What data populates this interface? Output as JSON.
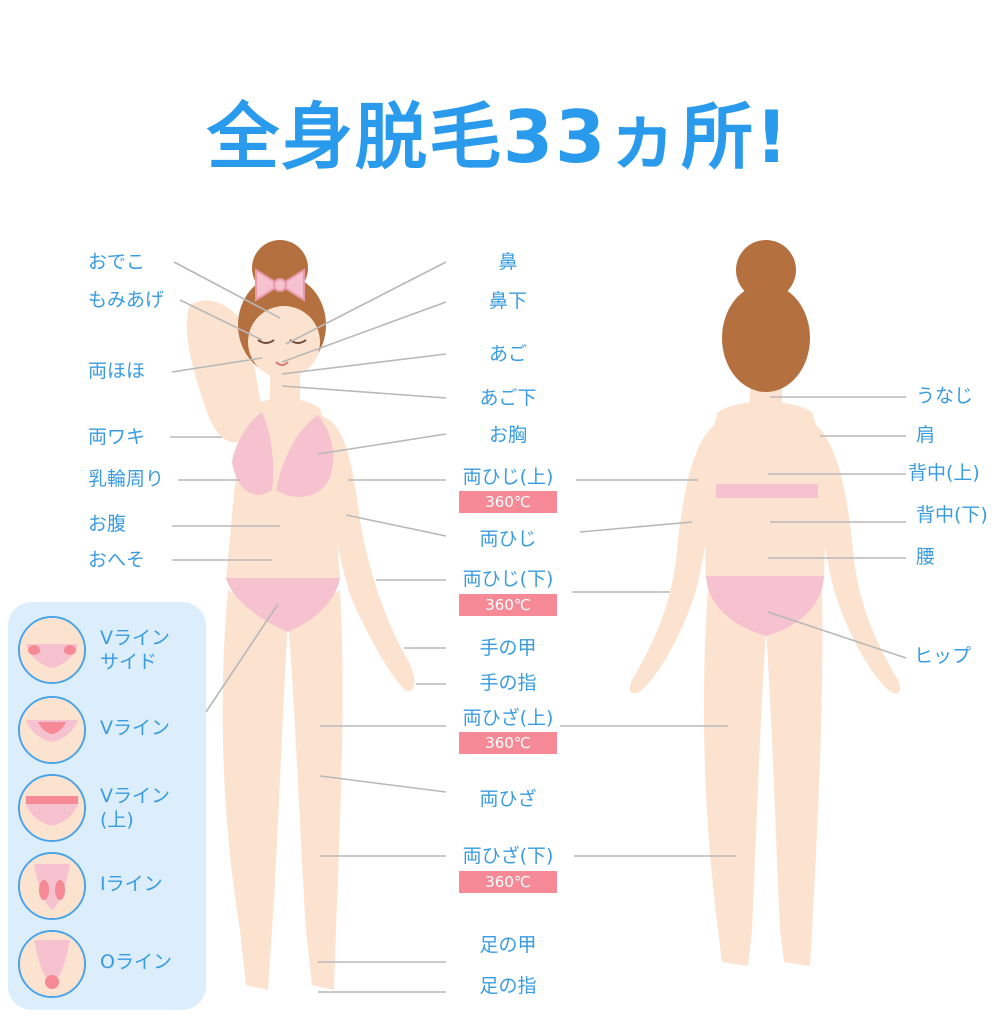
{
  "title": "全身脱毛33ヵ所!",
  "colors": {
    "title": "#2a9bec",
    "label": "#3a9ce0",
    "badge": "#f58a96",
    "panel": "#dcedfb",
    "skin": "#fce3cf",
    "hair": "#b5703f",
    "bikini": "#f7c2cf"
  },
  "front_labels": {
    "forehead": "おでこ",
    "sideburns": "もみあげ",
    "cheeks": "両ほほ",
    "underarms": "両ワキ",
    "areola": "乳輪周り",
    "belly": "お腹",
    "navel": "おへそ"
  },
  "center_labels": {
    "nose": "鼻",
    "under_nose": "鼻下",
    "chin": "あご",
    "under_chin": "あご下",
    "chest": "お胸",
    "upper_arms": "両ひじ(上)",
    "elbows": "両ひじ",
    "lower_arms": "両ひじ(下)",
    "back_of_hand": "手の甲",
    "fingers": "手の指",
    "upper_knees": "両ひざ(上)",
    "knees": "両ひざ",
    "lower_knees": "両ひざ(下)",
    "top_of_foot": "足の甲",
    "toes": "足の指"
  },
  "badge_text": "360℃",
  "back_labels": {
    "nape": "うなじ",
    "shoulders": "肩",
    "upper_back": "背中(上)",
    "lower_back": "背中(下)",
    "waist": "腰",
    "hips": "ヒップ"
  },
  "panel_items": [
    {
      "line1": "Vライン",
      "line2": "サイド"
    },
    {
      "line1": "Vライン",
      "line2": ""
    },
    {
      "line1": "Vライン",
      "line2": "(上)"
    },
    {
      "line1": "Iライン",
      "line2": ""
    },
    {
      "line1": "Oライン",
      "line2": ""
    }
  ]
}
